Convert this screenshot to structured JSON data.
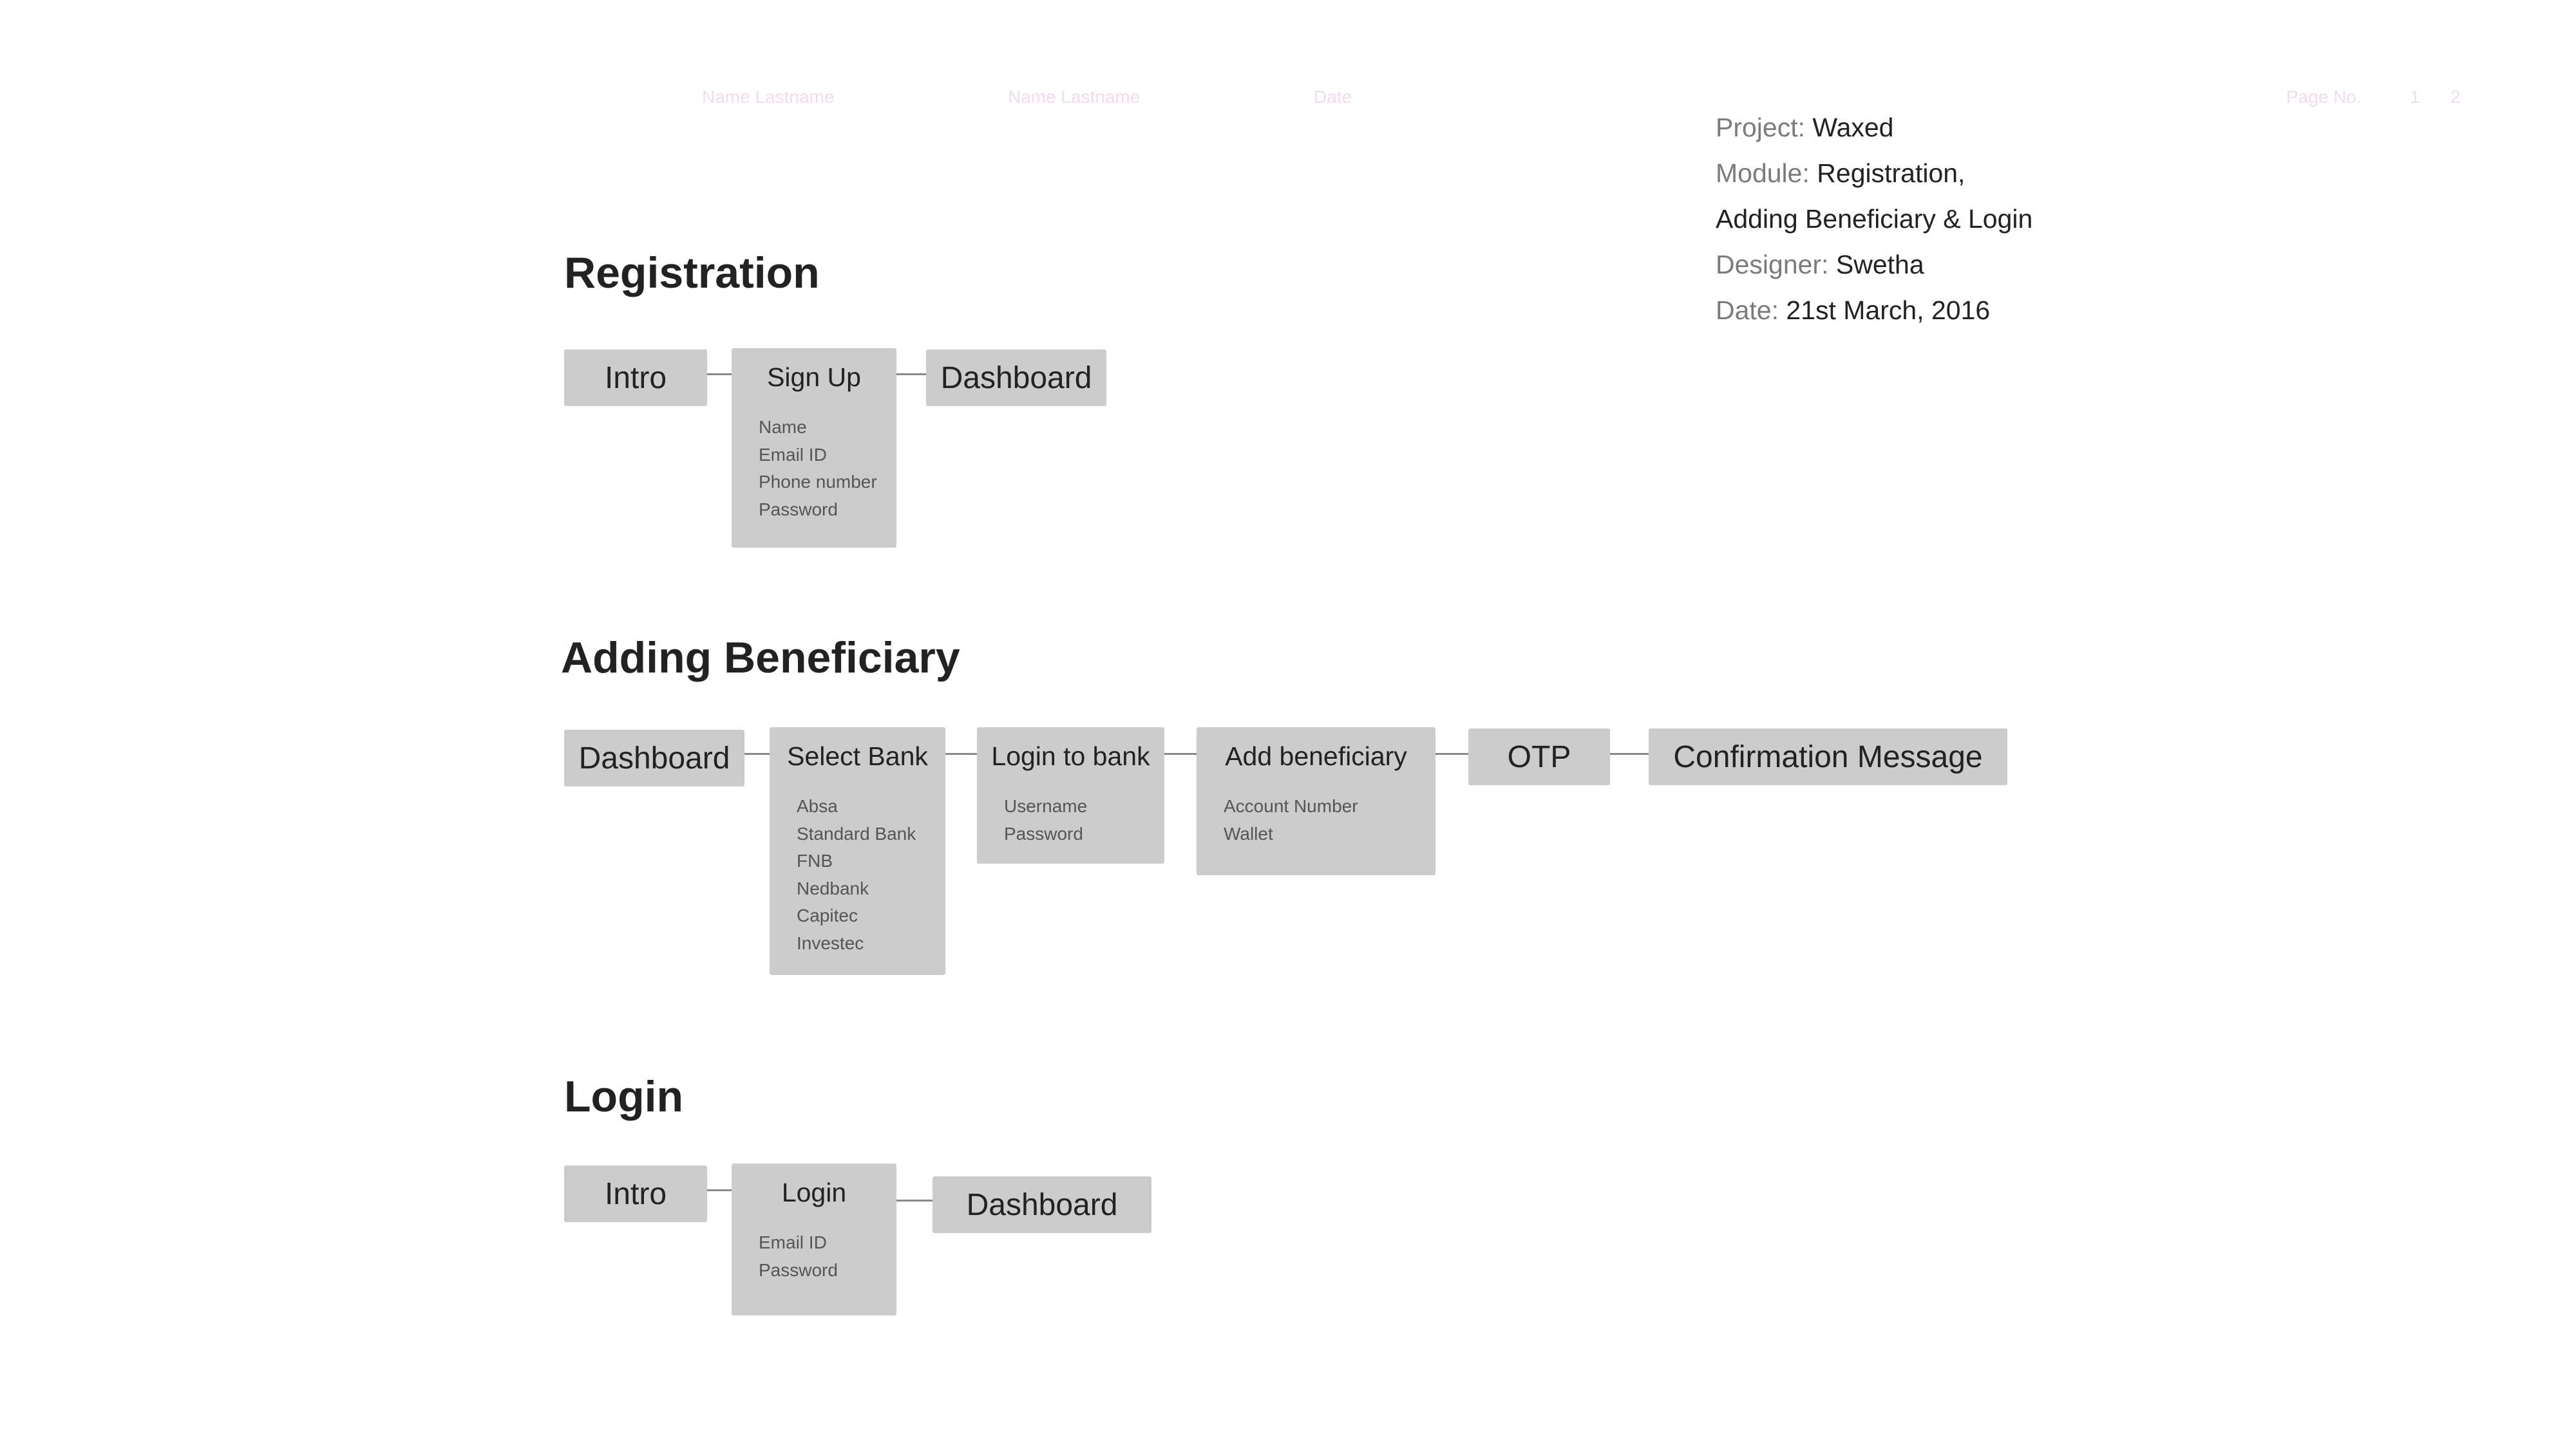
{
  "header": {
    "faint_texts": [
      "Name Lastname",
      "Name Lastname",
      "Date",
      "Page No.",
      "1",
      "2"
    ]
  },
  "meta": {
    "project_label": "Project:",
    "project_value": "Waxed",
    "module_label": "Module:",
    "module_value_line1": "Registration,",
    "module_value_line2": "Adding Beneficiary & Login",
    "designer_label": "Designer:",
    "designer_value": "Swetha",
    "date_label": "Date:",
    "date_value": "21st March, 2016"
  },
  "registration": {
    "title": "Registration",
    "nodes": [
      {
        "label": "Intro",
        "items": []
      },
      {
        "label": "Sign Up",
        "items": [
          "Name",
          "Email ID",
          "Phone number",
          "Password"
        ]
      },
      {
        "label": "Dashboard",
        "items": []
      }
    ]
  },
  "beneficiary": {
    "title": "Adding Beneficiary",
    "nodes": [
      {
        "label": "Dashboard",
        "items": []
      },
      {
        "label": "Select Bank",
        "items": [
          "Absa",
          "Standard Bank",
          "FNB",
          "Nedbank",
          "Capitec",
          "Investec"
        ]
      },
      {
        "label": "Login to bank",
        "items": [
          "Username",
          "Password"
        ]
      },
      {
        "label": "Add beneficiary",
        "items": [
          "Account Number",
          "Wallet"
        ]
      },
      {
        "label": "OTP",
        "items": []
      },
      {
        "label": "Confirmation Message",
        "items": []
      }
    ]
  },
  "login": {
    "title": "Login",
    "nodes": [
      {
        "label": "Intro",
        "items": []
      },
      {
        "label": "Login",
        "items": [
          "Email ID",
          "Password"
        ]
      },
      {
        "label": "Dashboard",
        "items": []
      }
    ]
  },
  "colors": {
    "node_fill": "#cccccc",
    "connector": "#8a8a8a",
    "label_grey": "#7b7b7b",
    "text": "#222222"
  }
}
